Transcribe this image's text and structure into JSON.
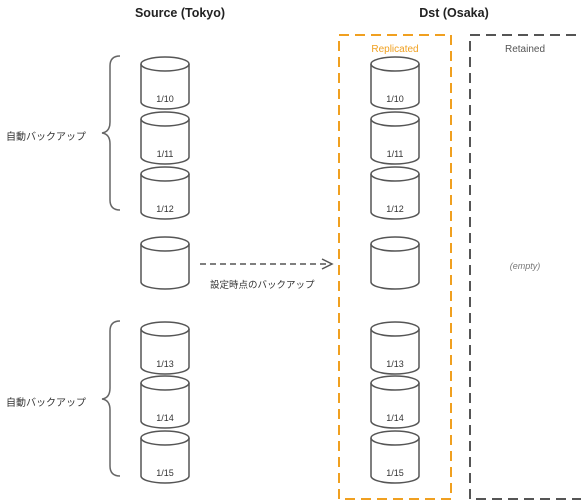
{
  "source": {
    "title": "Source (Tokyo)",
    "group_top_label": "自動バックアップ",
    "group_bottom_label": "自動バックアップ",
    "top_backups": [
      "1/10",
      "1/11",
      "1/12"
    ],
    "bottom_backups": [
      "1/13",
      "1/14",
      "1/15"
    ]
  },
  "arrow": {
    "label": "設定時点のバックアップ"
  },
  "destination": {
    "title": "Dst (Osaka)",
    "replicated": {
      "label": "Replicated",
      "top_backups": [
        "1/10",
        "1/11",
        "1/12"
      ],
      "bottom_backups": [
        "1/13",
        "1/14",
        "1/15"
      ]
    },
    "retained": {
      "label": "Retained",
      "empty_text": "(empty)"
    }
  },
  "colors": {
    "replicated_border": "#f0a020",
    "retained_border": "#555555",
    "cylinder_stroke": "#555555",
    "arrow": "#555555"
  }
}
